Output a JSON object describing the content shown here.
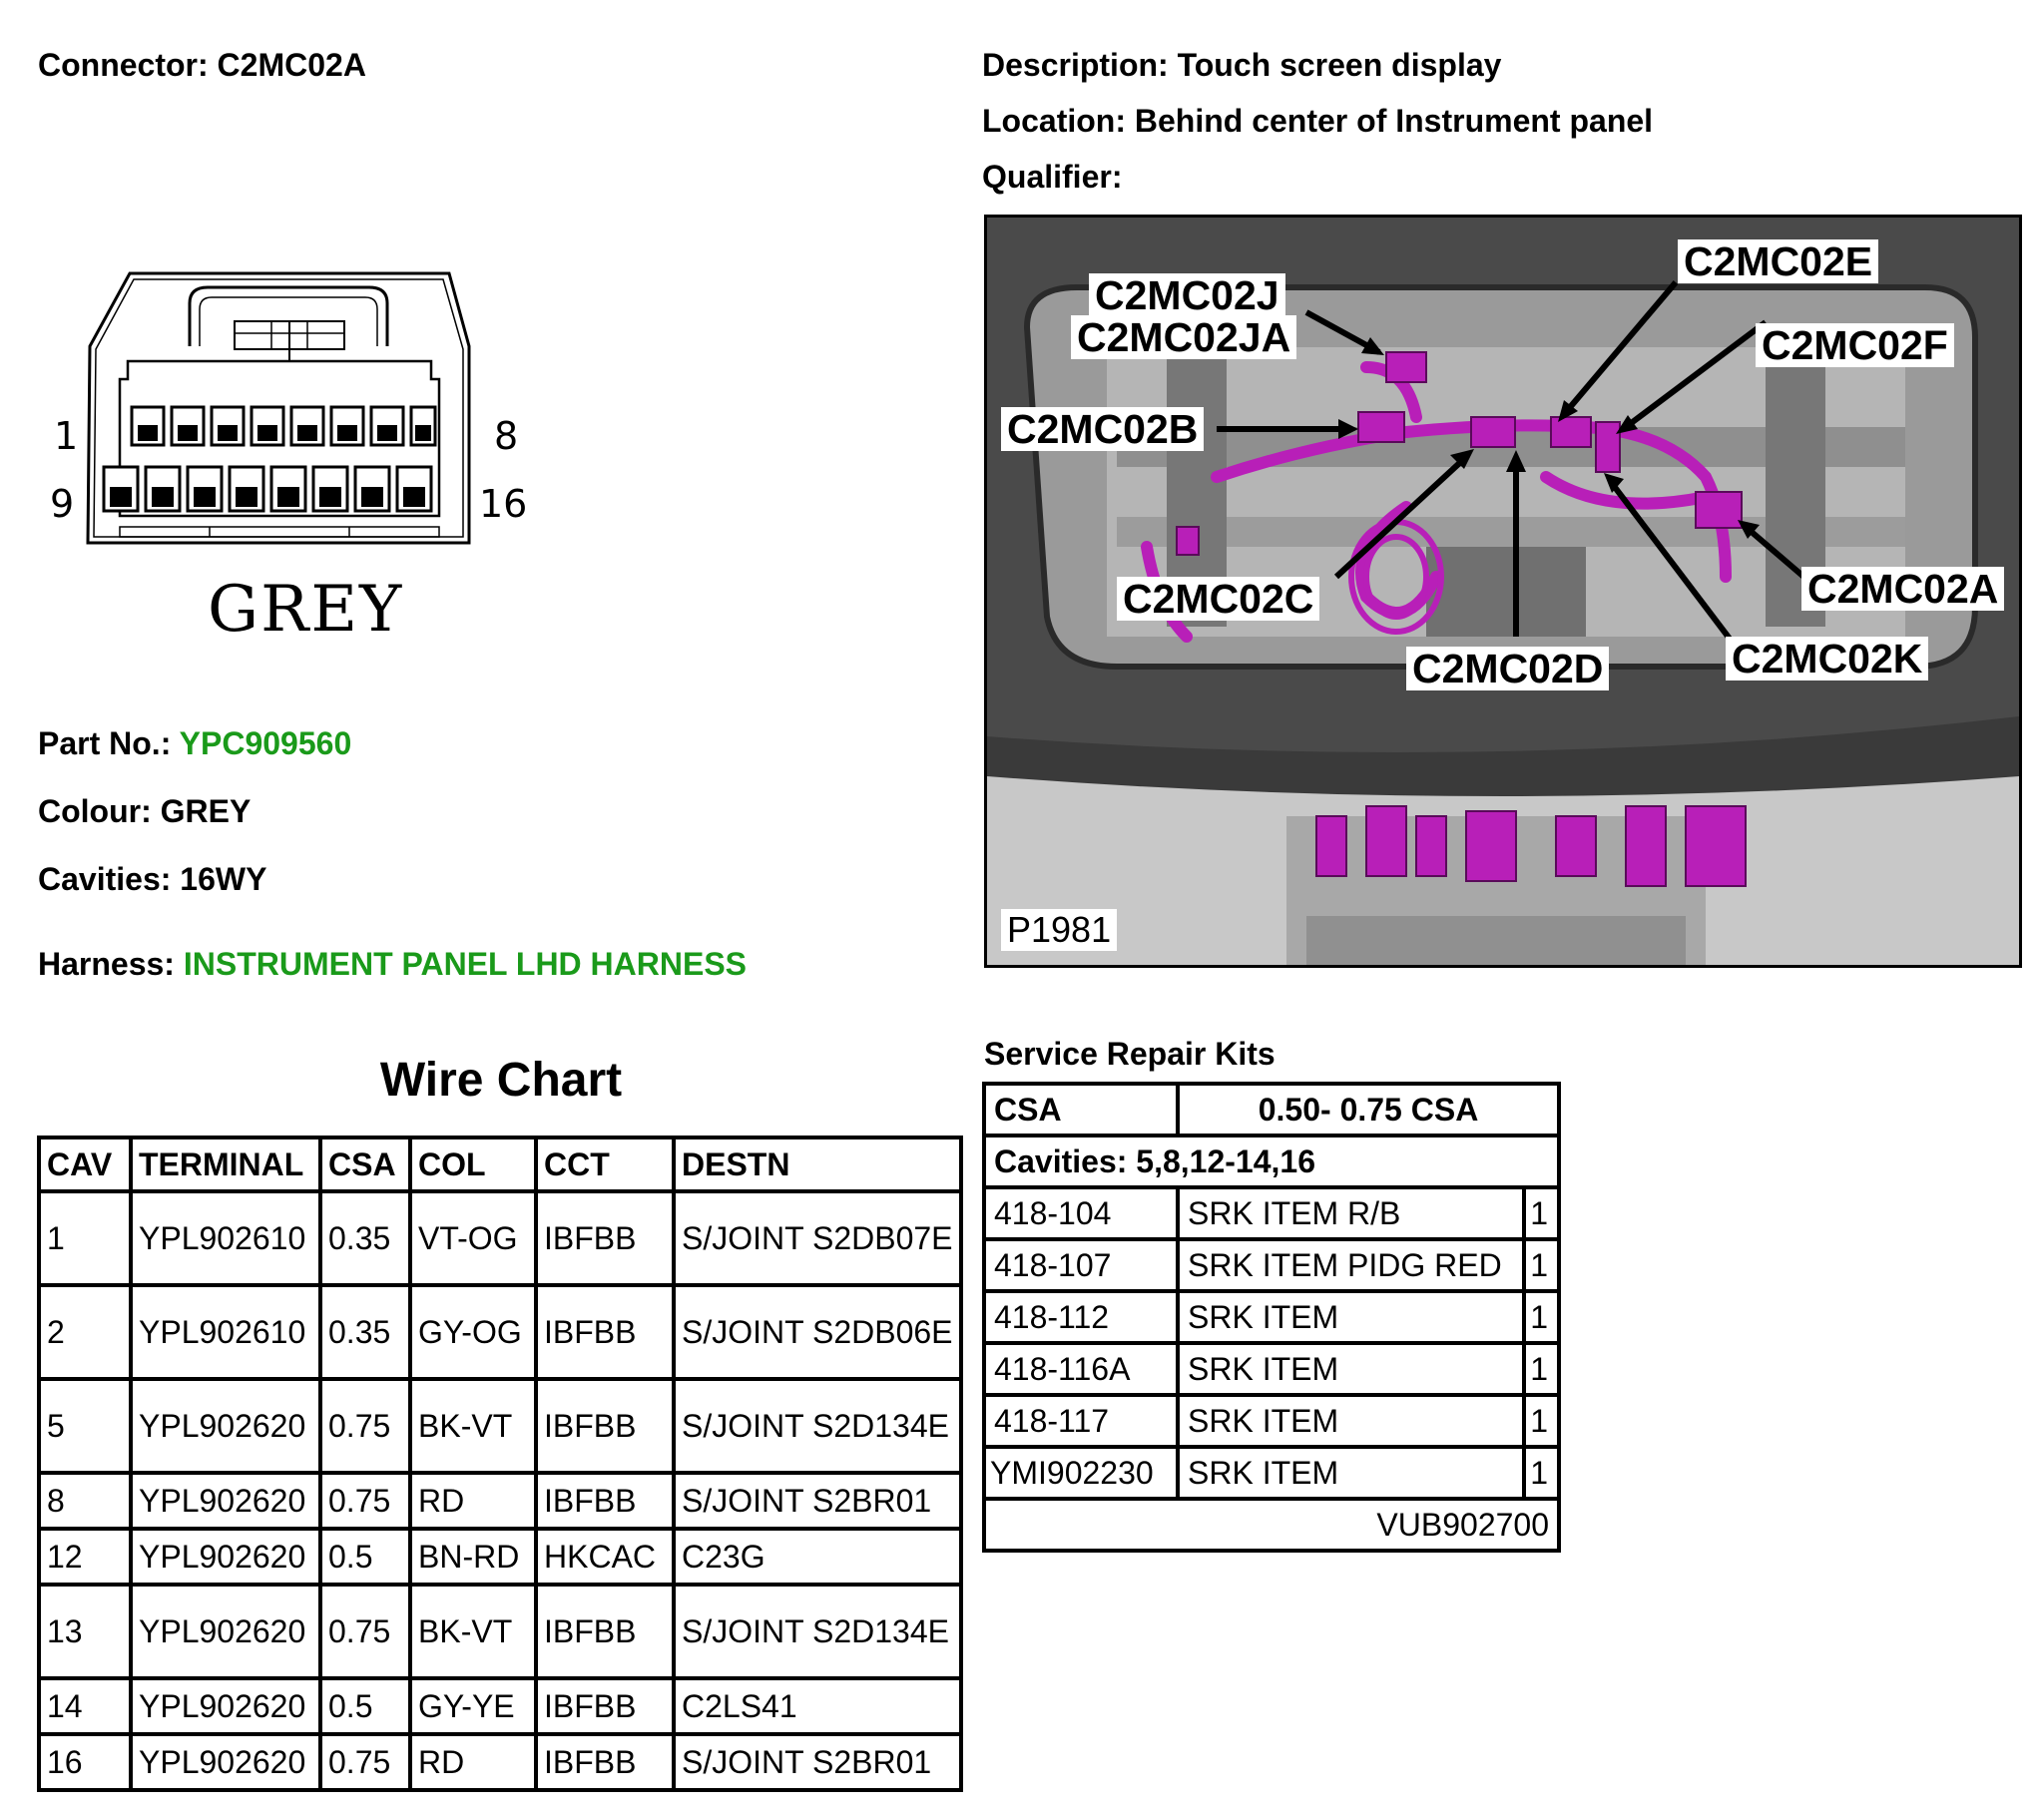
{
  "connector": {
    "label": "Connector:",
    "value": "C2MC02A",
    "pin_labels": {
      "top_left": "1",
      "top_right": "8",
      "bottom_left": "9",
      "bottom_right": "16"
    },
    "colour_caption": "GREY"
  },
  "info": {
    "description_label": "Description:",
    "description_value": "Touch screen display",
    "location_label": "Location:",
    "location_value": "Behind center of Instrument panel",
    "qualifier_label": "Qualifier:",
    "qualifier_value": ""
  },
  "details": {
    "part_no_label": "Part No.:",
    "part_no_value": "YPC909560",
    "colour_label": "Colour:",
    "colour_value": "GREY",
    "cavities_label": "Cavities:",
    "cavities_value": "16WY",
    "harness_label": "Harness:",
    "harness_value": "INSTRUMENT PANEL LHD HARNESS",
    "link_color": "#1a9a1a"
  },
  "photo": {
    "callouts": {
      "c2mc02j": "C2MC02J",
      "c2mc02ja": "C2MC02JA",
      "c2mc02e": "C2MC02E",
      "c2mc02f": "C2MC02F",
      "c2mc02b": "C2MC02B",
      "c2mc02c": "C2MC02C",
      "c2mc02a": "C2MC02A",
      "c2mc02d": "C2MC02D",
      "c2mc02k": "C2MC02K"
    },
    "plate_label": "P1981",
    "harness_color": "#b81fb8"
  },
  "wire_chart": {
    "title": "Wire Chart",
    "headers": [
      "CAV",
      "TERMINAL",
      "CSA",
      "COL",
      "CCT",
      "DESTN"
    ],
    "rows": [
      {
        "cav": "1",
        "terminal": "YPL902610",
        "csa": "0.35",
        "col": "VT-OG",
        "cct": "IBFBB",
        "destn": "S/JOINT S2DB07E"
      },
      {
        "cav": "2",
        "terminal": "YPL902610",
        "csa": "0.35",
        "col": "GY-OG",
        "cct": "IBFBB",
        "destn": "S/JOINT S2DB06E"
      },
      {
        "cav": "5",
        "terminal": "YPL902620",
        "csa": "0.75",
        "col": "BK-VT",
        "cct": "IBFBB",
        "destn": "S/JOINT S2D134E"
      },
      {
        "cav": "8",
        "terminal": "YPL902620",
        "csa": "0.75",
        "col": "RD",
        "cct": "IBFBB",
        "destn": "S/JOINT S2BR01"
      },
      {
        "cav": "12",
        "terminal": "YPL902620",
        "csa": "0.5",
        "col": "BN-RD",
        "cct": "HKCAC",
        "destn": "C23G"
      },
      {
        "cav": "13",
        "terminal": "YPL902620",
        "csa": "0.75",
        "col": "BK-VT",
        "cct": "IBFBB",
        "destn": "S/JOINT S2D134E"
      },
      {
        "cav": "14",
        "terminal": "YPL902620",
        "csa": "0.5",
        "col": "GY-YE",
        "cct": "IBFBB",
        "destn": "C2LS41"
      },
      {
        "cav": "16",
        "terminal": "YPL902620",
        "csa": "0.75",
        "col": "RD",
        "cct": "IBFBB",
        "destn": "S/JOINT S2BR01"
      }
    ]
  },
  "service_repair_kits": {
    "title": "Service Repair Kits",
    "csa_label": "CSA",
    "csa_value": "0.50- 0.75 CSA",
    "cavities_text": "Cavities: 5,8,12-14,16",
    "items": [
      {
        "part": "418-104",
        "desc": "SRK ITEM R/B",
        "qty": "1"
      },
      {
        "part": "418-107",
        "desc": "SRK ITEM PIDG RED",
        "qty": "1"
      },
      {
        "part": "418-112",
        "desc": "SRK ITEM",
        "qty": "1"
      },
      {
        "part": "418-116A",
        "desc": "SRK ITEM",
        "qty": "1"
      },
      {
        "part": "418-117",
        "desc": "SRK ITEM",
        "qty": "1"
      },
      {
        "part": "YMI902230",
        "desc": "SRK ITEM",
        "qty": "1"
      }
    ],
    "kit_number": "VUB902700"
  }
}
